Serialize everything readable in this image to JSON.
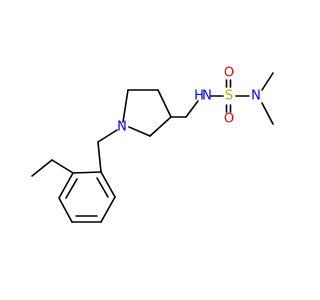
{
  "molecule": {
    "colors": {
      "bond": "#000000",
      "nitrogen": "#0000ff",
      "oxygen": "#ff0000",
      "sulfur": "#b2b200"
    },
    "atoms": {
      "nh": "H",
      "n_amide": "N",
      "s": "S",
      "o_top": "O",
      "o_bottom": "O",
      "n_dimethyl": "N",
      "n_ring": "N"
    }
  }
}
